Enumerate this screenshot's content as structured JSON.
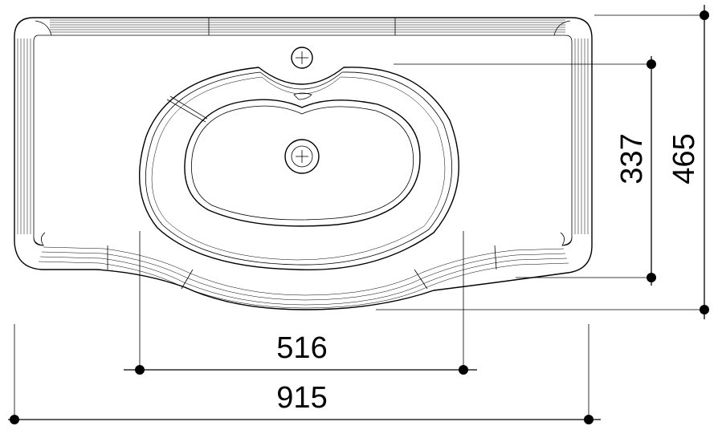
{
  "dimensions": {
    "basin_width": "516",
    "overall_width": "915",
    "basin_depth": "337",
    "overall_depth": "465"
  }
}
